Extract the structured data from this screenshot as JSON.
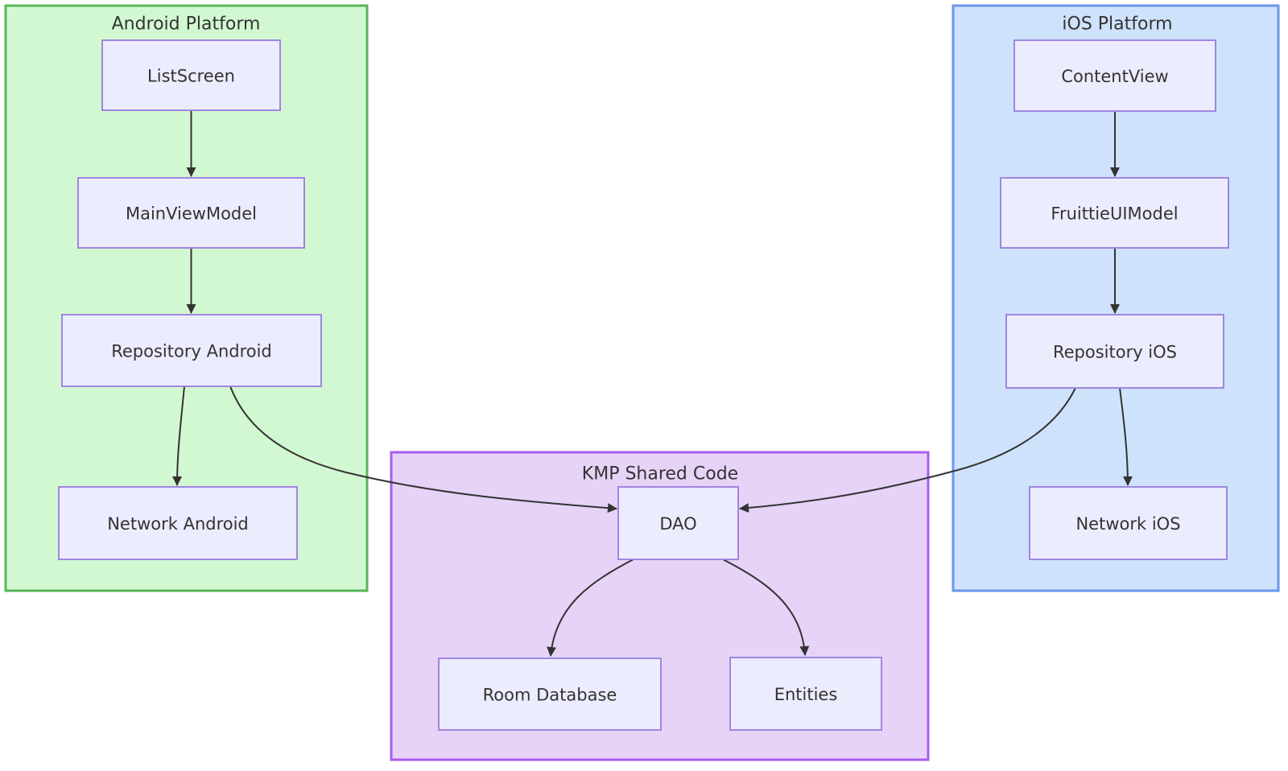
{
  "diagram": {
    "type": "flowchart",
    "clusters": {
      "android": {
        "title": "Android Platform",
        "fill": "#d2f8d2",
        "stroke": "#57b657"
      },
      "ios": {
        "title": "iOS Platform",
        "fill": "#cfe2fc",
        "stroke": "#6a96ec"
      },
      "kmp": {
        "title": "KMP Shared Code",
        "fill": "#e7d3f8",
        "stroke": "#aa5bef"
      }
    },
    "nodes": {
      "list_screen": {
        "label": "ListScreen",
        "cluster": "android"
      },
      "main_view_model": {
        "label": "MainViewModel",
        "cluster": "android"
      },
      "repository_android": {
        "label": "Repository Android",
        "cluster": "android"
      },
      "network_android": {
        "label": "Network Android",
        "cluster": "android"
      },
      "content_view": {
        "label": "ContentView",
        "cluster": "ios"
      },
      "fruittie_ui_model": {
        "label": "FruittieUIModel",
        "cluster": "ios"
      },
      "repository_ios": {
        "label": "Repository iOS",
        "cluster": "ios"
      },
      "network_ios": {
        "label": "Network iOS",
        "cluster": "ios"
      },
      "dao": {
        "label": "DAO",
        "cluster": "kmp"
      },
      "room_database": {
        "label": "Room Database",
        "cluster": "kmp"
      },
      "entities": {
        "label": "Entities",
        "cluster": "kmp"
      }
    },
    "edges": [
      {
        "from": "ListScreen",
        "to": "MainViewModel"
      },
      {
        "from": "MainViewModel",
        "to": "Repository Android"
      },
      {
        "from": "Repository Android",
        "to": "Network Android"
      },
      {
        "from": "Repository Android",
        "to": "DAO"
      },
      {
        "from": "ContentView",
        "to": "FruittieUIModel"
      },
      {
        "from": "FruittieUIModel",
        "to": "Repository iOS"
      },
      {
        "from": "Repository iOS",
        "to": "Network iOS"
      },
      {
        "from": "Repository iOS",
        "to": "DAO"
      },
      {
        "from": "DAO",
        "to": "Room Database"
      },
      {
        "from": "DAO",
        "to": "Entities"
      }
    ],
    "node_style": {
      "fill": "#ececff",
      "stroke": "#9f86e0",
      "text_color": "#333333"
    },
    "edge_color": "#333333",
    "background": "#ffffff"
  }
}
